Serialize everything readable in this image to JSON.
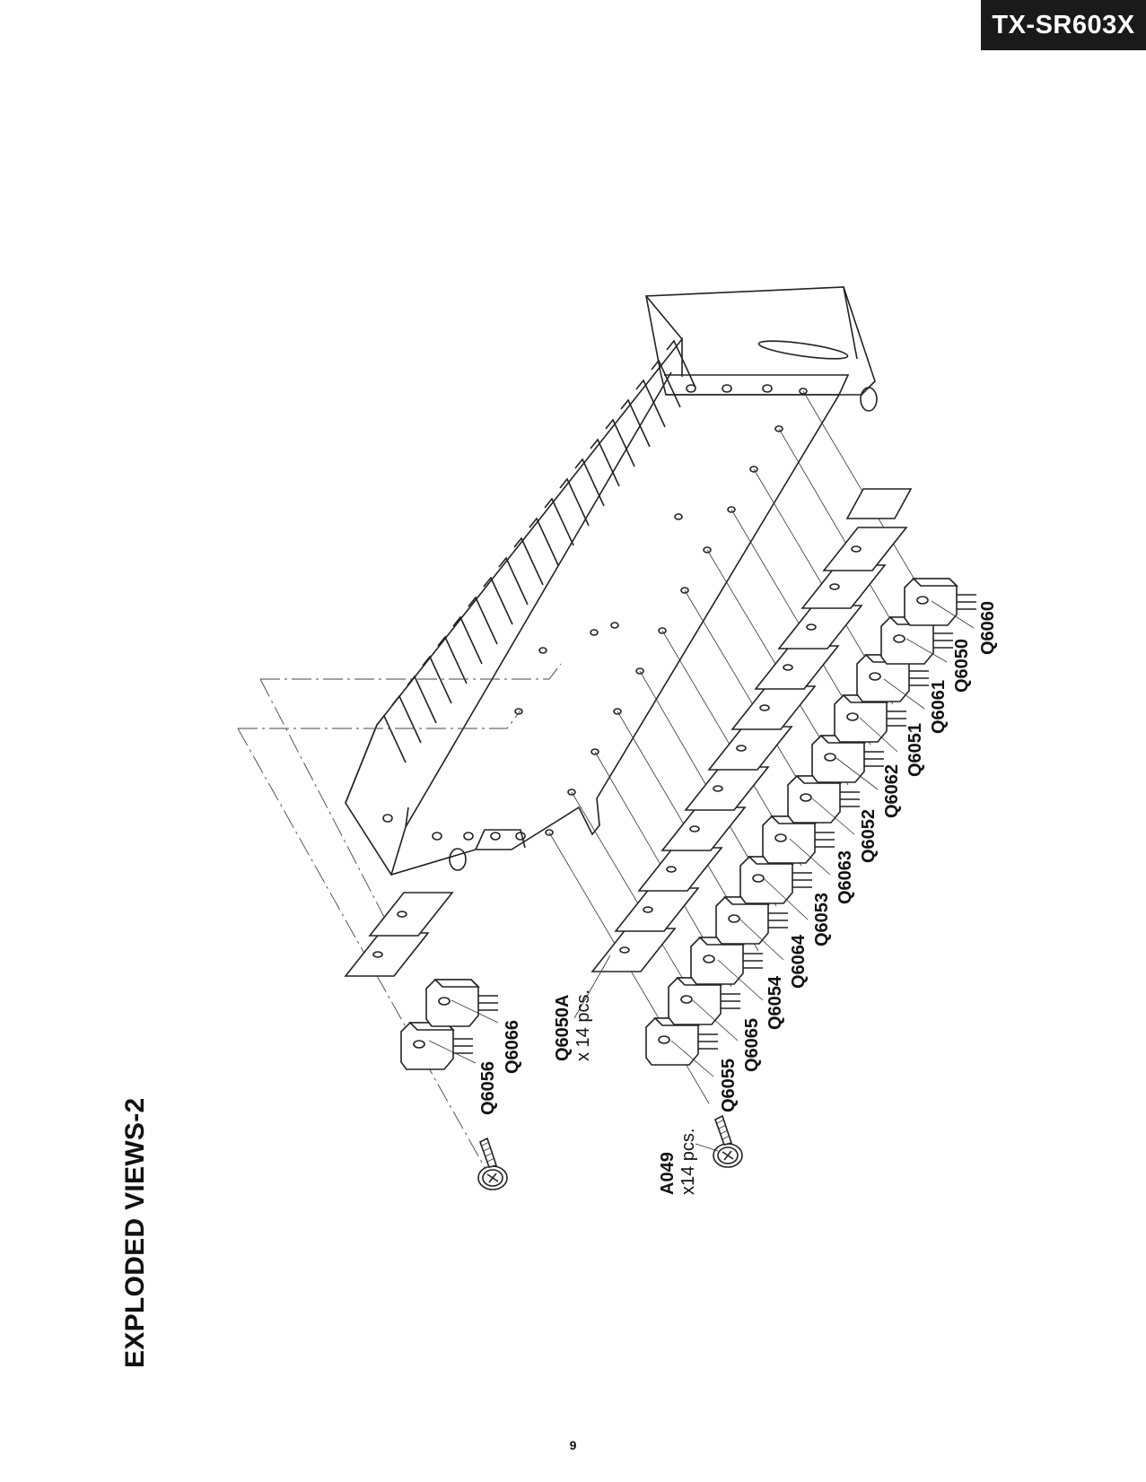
{
  "header": {
    "model": "TX-SR603X"
  },
  "title": "EXPLODED VIEWS-2",
  "page_number": "9",
  "diagram": {
    "ref_labels": {
      "q6060": "Q6060",
      "q6050": "Q6050",
      "q6061": "Q6061",
      "q6051": "Q6051",
      "q6062": "Q6062",
      "q6052": "Q6052",
      "q6063": "Q6063",
      "q6053": "Q6053",
      "q6064": "Q6064",
      "q6054": "Q6054",
      "q6065": "Q6065",
      "q6055": "Q6055",
      "q6066": "Q6066",
      "q6056": "Q6056",
      "q6050a": "Q6050A",
      "q6050a_qty": "x 14 pcs.",
      "a049": "A049",
      "a049_qty": "x14 pcs."
    }
  }
}
